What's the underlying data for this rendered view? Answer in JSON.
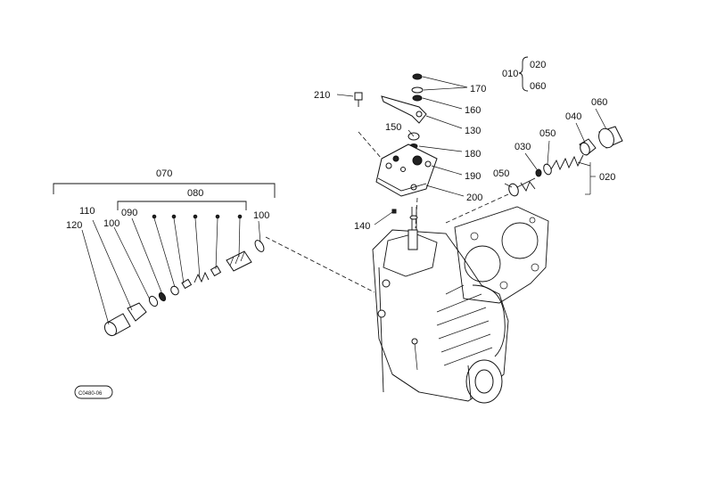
{
  "labels": {
    "p010": "010",
    "p020a": "020",
    "p060a": "060",
    "p170": "170",
    "p160": "160",
    "p130": "130",
    "p180": "180",
    "p190": "190",
    "p200": "200",
    "p150": "150",
    "p210": "210",
    "p140": "140",
    "p060b": "060",
    "p040": "040",
    "p030": "030",
    "p050a": "050",
    "p050b": "050",
    "p020b": "020",
    "p070": "070",
    "p080": "080",
    "p090": "090",
    "p110": "110",
    "p100a": "100",
    "p120": "120",
    "p100b": "100"
  },
  "drawing_code": "C0480-06",
  "colors": {
    "ink": "#111111",
    "paper": "#ffffff"
  }
}
